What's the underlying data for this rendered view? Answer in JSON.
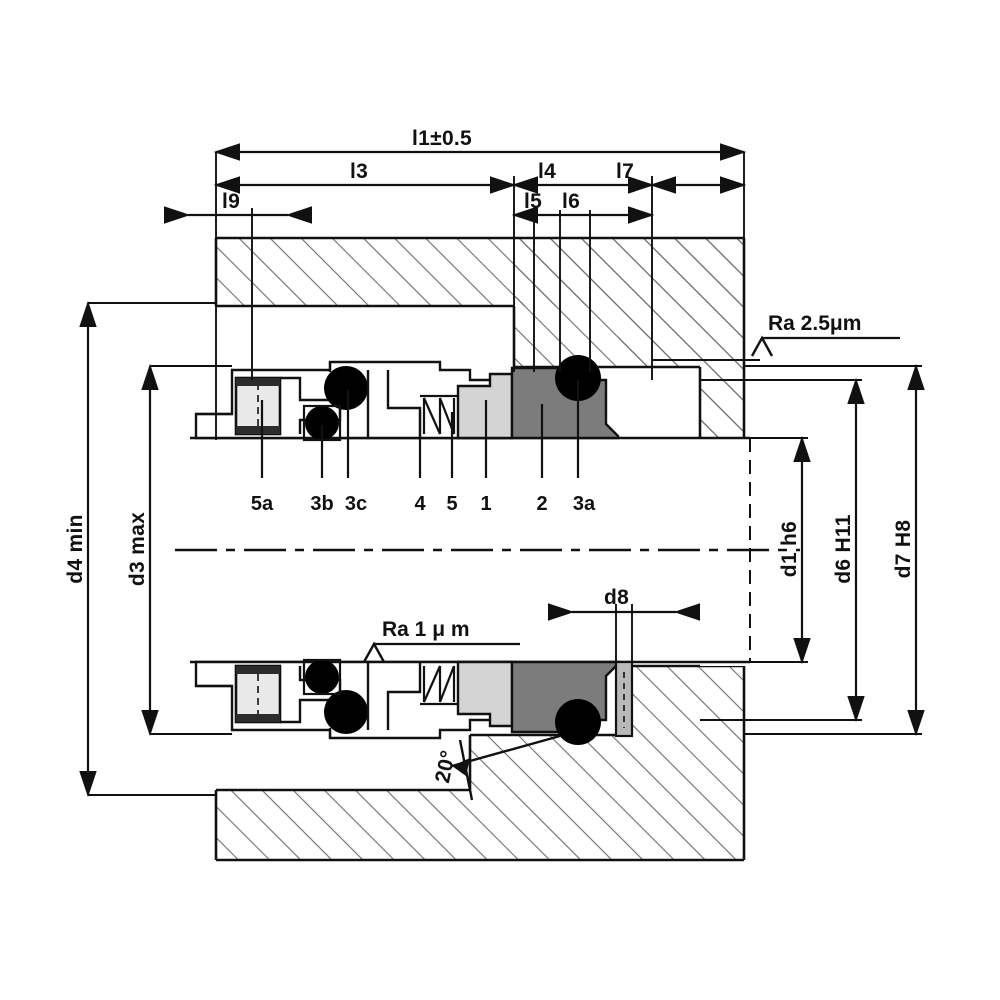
{
  "drawing": {
    "title": "Mechanical Seal Sectional Assembly Drawing",
    "type": "engineering-section-drawing",
    "colors": {
      "line": "#111111",
      "hatch": "#6e6e6e",
      "seal_ring_dark": "#7c7c7c",
      "seal_ring_light": "#d4d4d4",
      "oring": "#000000",
      "background": "#ffffff"
    }
  },
  "dimensions": {
    "horizontal_top": [
      {
        "id": "l1",
        "label": "l1±0.5"
      },
      {
        "id": "l3",
        "label": "l3"
      },
      {
        "id": "l4",
        "label": "l4"
      },
      {
        "id": "l7",
        "label": "l7"
      },
      {
        "id": "l5",
        "label": "l5"
      },
      {
        "id": "l6",
        "label": "l6"
      },
      {
        "id": "l9",
        "label": "l9"
      }
    ],
    "vertical_left": [
      {
        "id": "d4",
        "label": "d4 min"
      },
      {
        "id": "d3",
        "label": "d3 max"
      }
    ],
    "vertical_right": [
      {
        "id": "d1",
        "label": "d1  h6"
      },
      {
        "id": "d6",
        "label": "d6  H11"
      },
      {
        "id": "d7",
        "label": "d7  H8"
      }
    ],
    "other": [
      {
        "id": "d8",
        "label": "d8"
      },
      {
        "id": "angle",
        "label": "20°"
      }
    ]
  },
  "surface_finish": [
    {
      "id": "ra-upper",
      "label": "Ra  2.5μm"
    },
    {
      "id": "ra-lower",
      "label": "Ra  1 μ m"
    }
  ],
  "part_callouts": [
    {
      "id": "5a",
      "label": "5a"
    },
    {
      "id": "3b",
      "label": "3b"
    },
    {
      "id": "3c",
      "label": "3c"
    },
    {
      "id": "4",
      "label": "4"
    },
    {
      "id": "5",
      "label": "5"
    },
    {
      "id": "1",
      "label": "1"
    },
    {
      "id": "2",
      "label": "2"
    },
    {
      "id": "3a",
      "label": "3a"
    }
  ]
}
